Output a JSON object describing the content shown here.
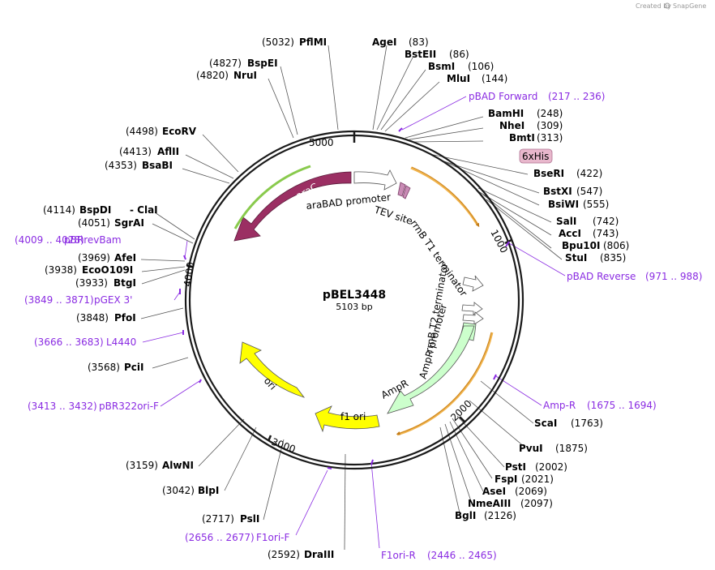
{
  "credit": {
    "prefix": "Created by",
    "brand": "SnapGene"
  },
  "plasmid": {
    "name": "pBEL3448",
    "length": "5103 bp"
  },
  "ticks": [
    "1000",
    "2000",
    "3000",
    "4000",
    "5000"
  ],
  "enzymes": [
    {
      "name": "PflMI",
      "pos": "(5032)"
    },
    {
      "name": "AgeI",
      "pos": "(83)"
    },
    {
      "name": "BstEII",
      "pos": "(86)"
    },
    {
      "name": "BsmI",
      "pos": "(106)"
    },
    {
      "name": "MluI",
      "pos": "(144)"
    },
    {
      "name": "BspEI",
      "pos": "(4827)"
    },
    {
      "name": "NruI",
      "pos": "(4820)"
    },
    {
      "name": "BamHI",
      "pos": "(248)"
    },
    {
      "name": "NheI",
      "pos": "(309)"
    },
    {
      "name": "BmtI",
      "pos": "(313)"
    },
    {
      "name": "EcoRV",
      "pos": "(4498)"
    },
    {
      "name": "AflII",
      "pos": "(4413)"
    },
    {
      "name": "BsaBI",
      "pos": "(4353)"
    },
    {
      "name": "BseRI",
      "pos": "(422)"
    },
    {
      "name": "BstXI",
      "pos": "(547)"
    },
    {
      "name": "BsiWI",
      "pos": "(555)"
    },
    {
      "name": "BspDI",
      "pos": "(4114)"
    },
    {
      "name": "ClaI",
      "pos": ""
    },
    {
      "name": "SgrAI",
      "pos": "(4051)"
    },
    {
      "name": "SalI",
      "pos": "(742)"
    },
    {
      "name": "AccI",
      "pos": "(743)"
    },
    {
      "name": "Bpu10I",
      "pos": "(806)"
    },
    {
      "name": "StuI",
      "pos": "(835)"
    },
    {
      "name": "AfeI",
      "pos": "(3969)"
    },
    {
      "name": "EcoO109I",
      "pos": "(3938)"
    },
    {
      "name": "BtgI",
      "pos": "(3933)"
    },
    {
      "name": "PfoI",
      "pos": "(3848)"
    },
    {
      "name": "PciI",
      "pos": "(3568)"
    },
    {
      "name": "ScaI",
      "pos": "(1763)"
    },
    {
      "name": "PvuI",
      "pos": "(1875)"
    },
    {
      "name": "PstI",
      "pos": "(2002)"
    },
    {
      "name": "FspI",
      "pos": "(2021)"
    },
    {
      "name": "AseI",
      "pos": "(2069)"
    },
    {
      "name": "NmeAIII",
      "pos": "(2097)"
    },
    {
      "name": "BglI",
      "pos": "(2126)"
    },
    {
      "name": "AlwNI",
      "pos": "(3159)"
    },
    {
      "name": "BlpI",
      "pos": "(3042)"
    },
    {
      "name": "PslI",
      "pos": "(2717)"
    },
    {
      "name": "DraIII",
      "pos": "(2592)"
    }
  ],
  "primers": [
    {
      "name": "pBAD Forward",
      "range": "(217 .. 236)"
    },
    {
      "name": "pBRrevBam",
      "range": "(4009 .. 4028)"
    },
    {
      "name": "pGEX 3'",
      "range": "(3849 .. 3871)"
    },
    {
      "name": "L4440",
      "range": "(3666 .. 3683)"
    },
    {
      "name": "pBR322ori-F",
      "range": "(3413 .. 3432)"
    },
    {
      "name": "pBAD Reverse",
      "range": "(971 .. 988)"
    },
    {
      "name": "Amp-R",
      "range": "(1675 .. 1694)"
    },
    {
      "name": "F1ori-F",
      "range": "(2656 .. 2677)"
    },
    {
      "name": "F1ori-R",
      "range": "(2446 .. 2465)"
    }
  ],
  "features": {
    "his_tag": "6xHis",
    "arac": "araC",
    "arabad_promoter": "araBAD promoter",
    "tev_site": "TEV site",
    "rrnb_t1": "rrnB T1 terminator",
    "rrnb_t2": "rrnB T2 terminator",
    "ampr_promoter": "AmpR promoter",
    "ampr": "AmpR",
    "f1_ori": "f1 ori",
    "ori": "ori"
  },
  "colors": {
    "backbone": "#1a1a1a",
    "arac": "#9b2f63",
    "ori": "#ffff00",
    "f1_ori": "#ffff00",
    "ampr": "#ccffcc",
    "orf_highlight_orange": "#f0b24a",
    "orf_highlight_green": "#7cc43a",
    "tev": "#c98bb5",
    "his_tag_fill": "#e8b7cc",
    "primer": "#8a2be2"
  }
}
